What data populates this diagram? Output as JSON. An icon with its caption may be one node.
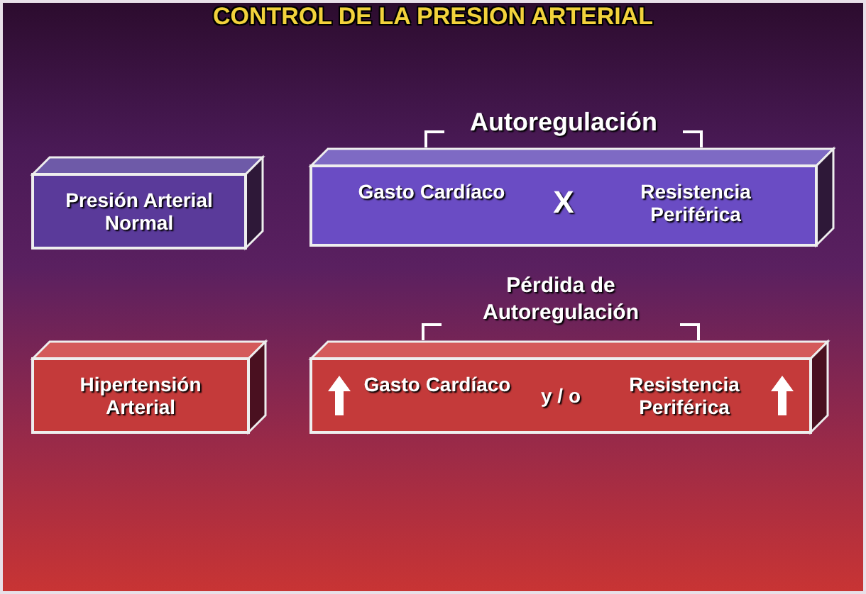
{
  "diagram": {
    "title": "CONTROL DE LA PRESION ARTERIAL",
    "nodes": [
      {
        "text": [
          "Presión Arterial Normal"
        ]
      },
      {
        "text": [
          "Autoregulación",
          "Gasto Cardíaco",
          "X",
          "Resistencia Periférica"
        ]
      },
      {
        "text": [
          "Hipertensión Arterial"
        ]
      },
      {
        "text": [
          "Pérdida de Autoregulación",
          "Gasto Cardíaco",
          "y / o",
          "Resistencia Periférica"
        ]
      }
    ],
    "edges": []
  }
}
